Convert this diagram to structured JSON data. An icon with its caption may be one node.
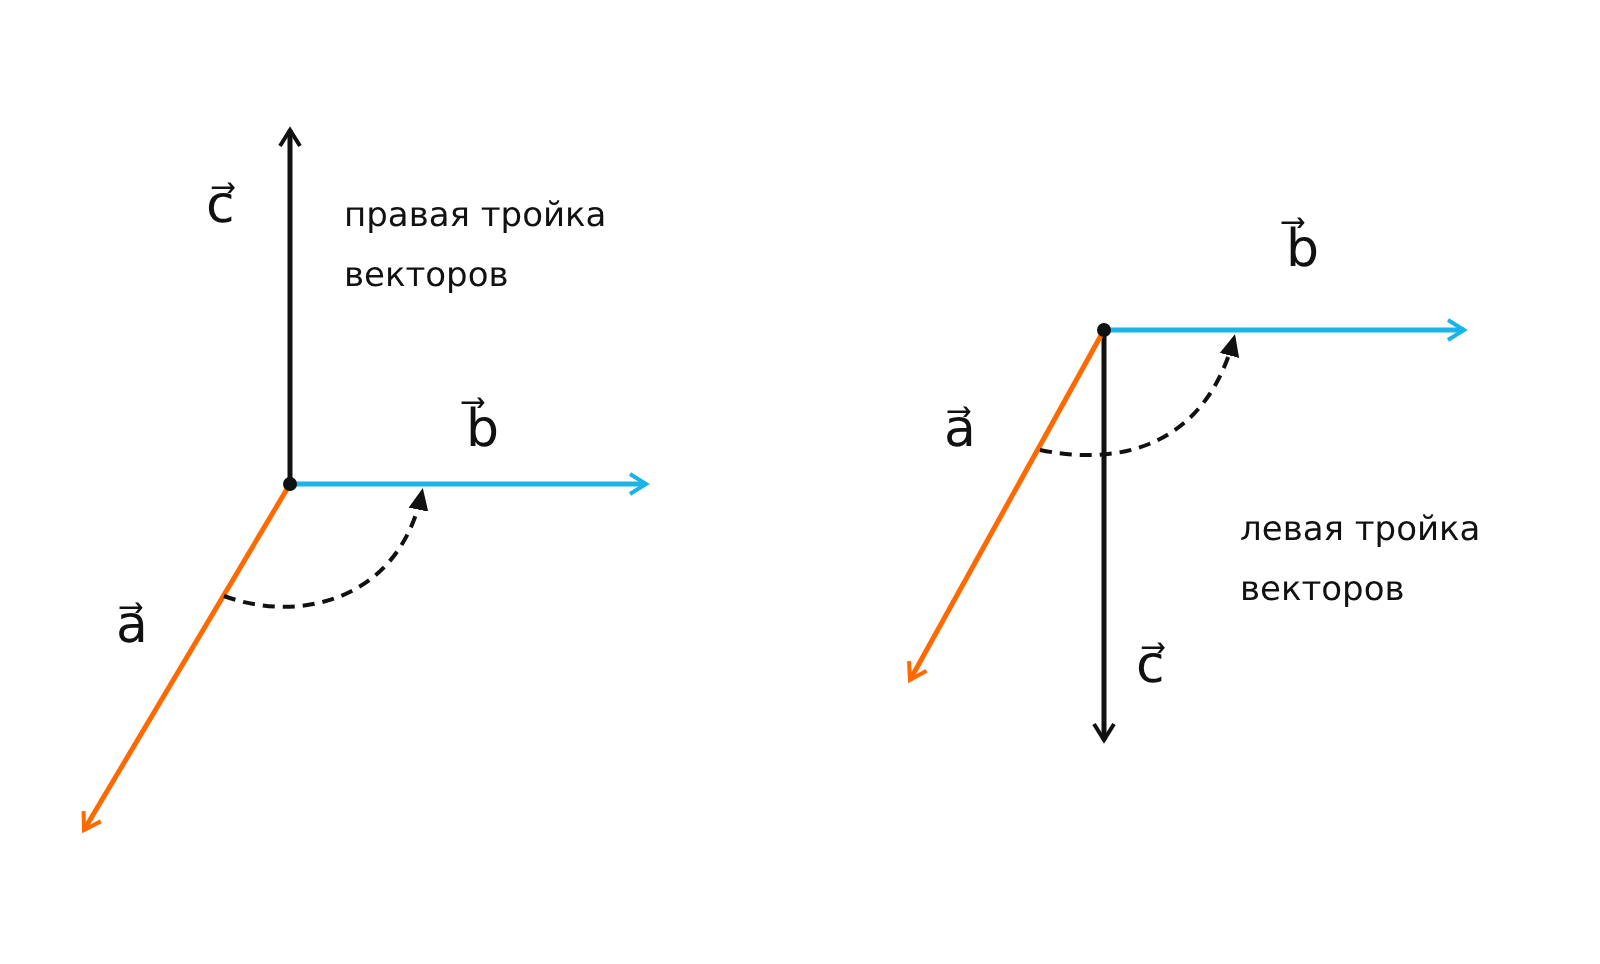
{
  "diagram": {
    "labels": [
      "c⃗",
      "правая тройка векторов",
      "b⃗",
      "a⃗",
      "b⃗",
      "a⃗",
      "левая тройка векторов",
      "c⃗"
    ]
  }
}
